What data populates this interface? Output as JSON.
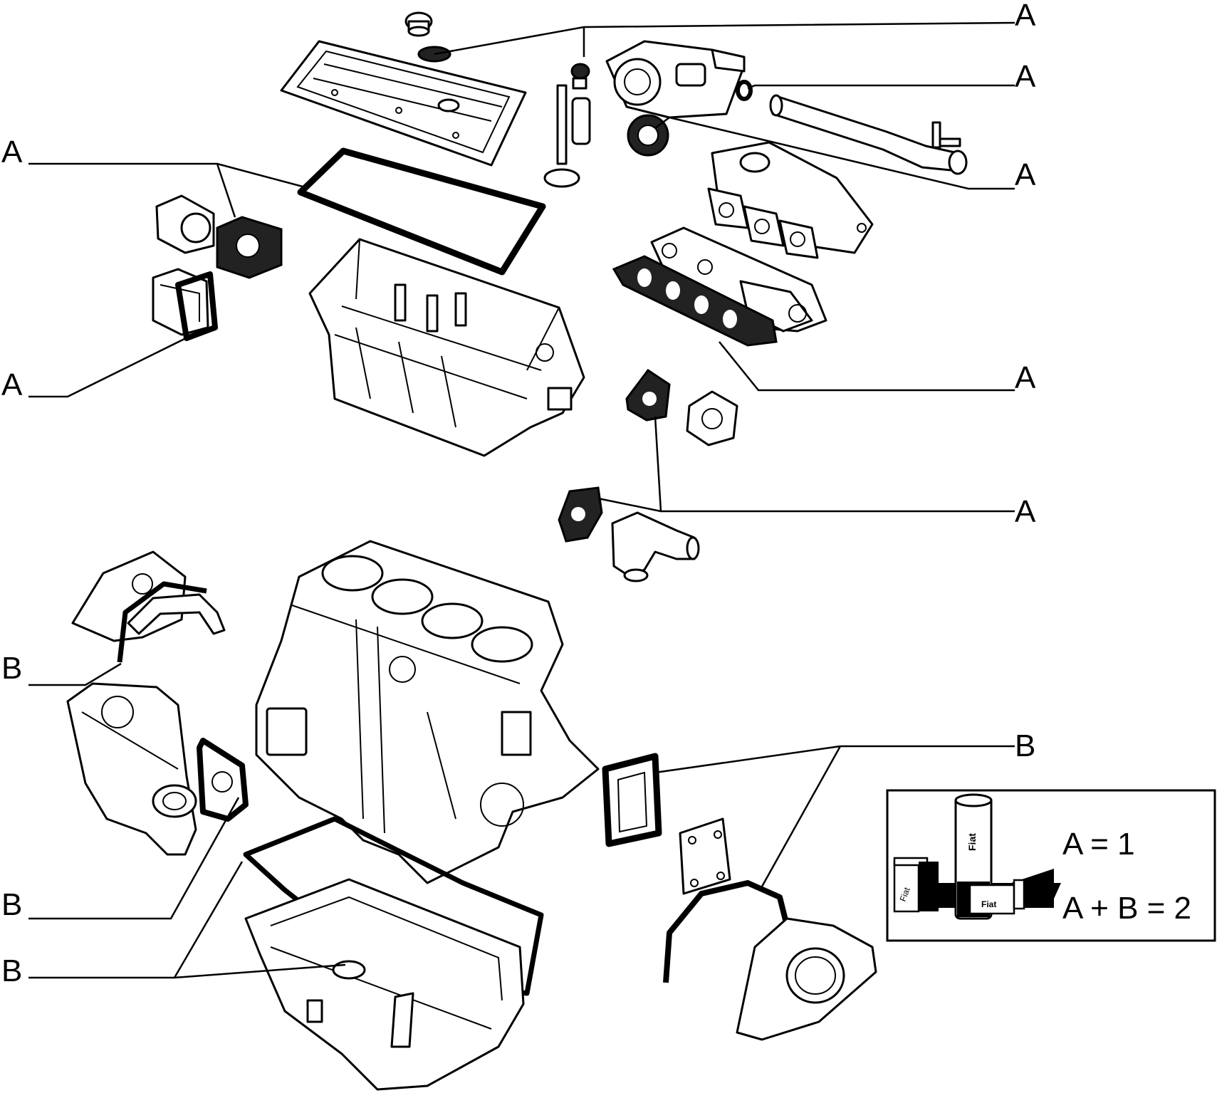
{
  "callouts": [
    {
      "letter": "A"
    },
    {
      "letter": "A"
    },
    {
      "letter": "A"
    },
    {
      "letter": "A"
    },
    {
      "letter": "A"
    },
    {
      "letter": "A"
    },
    {
      "letter": "A"
    },
    {
      "letter": "B"
    },
    {
      "letter": "B"
    },
    {
      "letter": "B"
    },
    {
      "letter": "B"
    }
  ],
  "legend": {
    "line1": "A = 1",
    "line2": "A + B = 2",
    "can_brand": "Fiat",
    "box_brand": "Fiat",
    "box2_brand": "Fiat"
  }
}
